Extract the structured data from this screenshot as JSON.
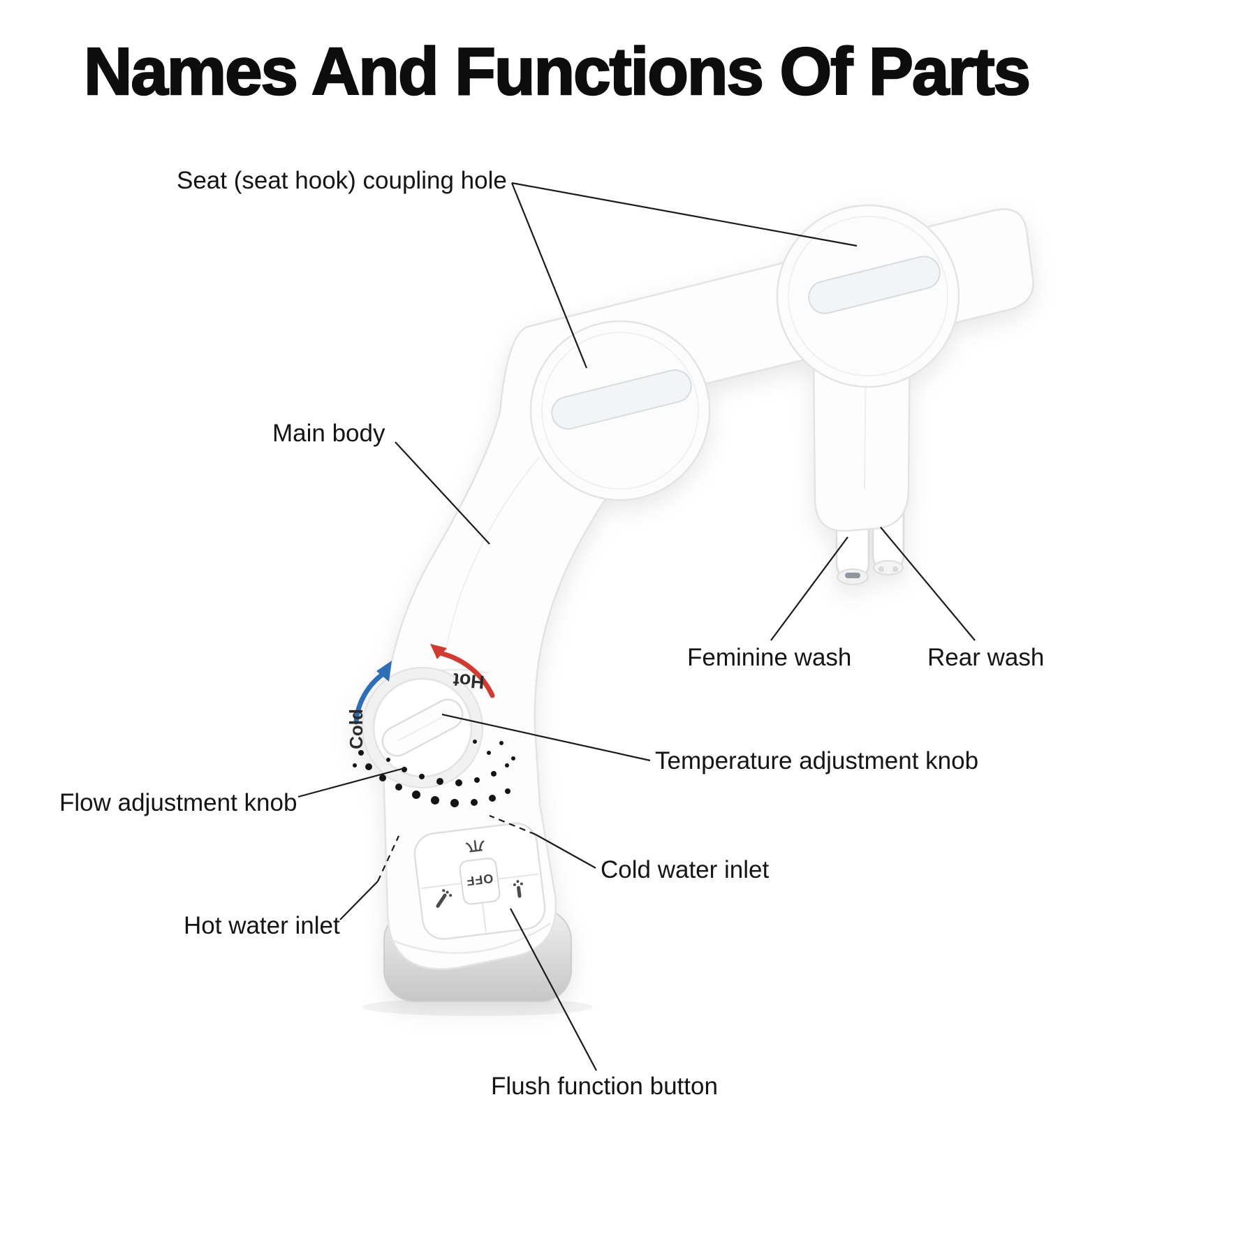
{
  "title": "Names And Functions Of Parts",
  "labels": {
    "seat_coupling_hole": "Seat (seat hook) coupling hole",
    "main_body": "Main body",
    "feminine_wash": "Feminine wash",
    "rear_wash": "Rear wash",
    "temperature_knob": "Temperature adjustment knob",
    "flow_knob": "Flow adjustment knob",
    "cold_water_inlet": "Cold water inlet",
    "hot_water_inlet": "Hot water inlet",
    "flush_button": "Flush function button"
  },
  "device_markings": {
    "hot": "Hot",
    "cold": "Cold",
    "off": "OFF"
  },
  "colors": {
    "hot_accent": "#cf3b30",
    "cold_accent": "#2f6db5",
    "leader_line": "#1a1a1a",
    "body_fill": "#fdfdfd",
    "body_stroke": "#e3e3e3"
  }
}
